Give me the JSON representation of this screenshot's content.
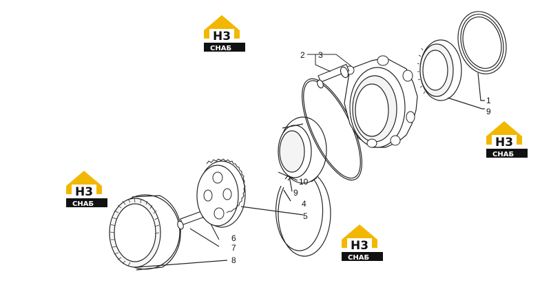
{
  "diagram": {
    "callouts": [
      "1",
      "2",
      "3",
      "4",
      "5",
      "6",
      "7",
      "8",
      "9",
      "9",
      "10"
    ]
  },
  "watermark": {
    "logo_letters": "H3",
    "logo_caption": "CHAБ",
    "colors": {
      "roof": "#f2b700",
      "band": "#111111",
      "letters": "#111111",
      "caption": "#ffffff"
    }
  }
}
